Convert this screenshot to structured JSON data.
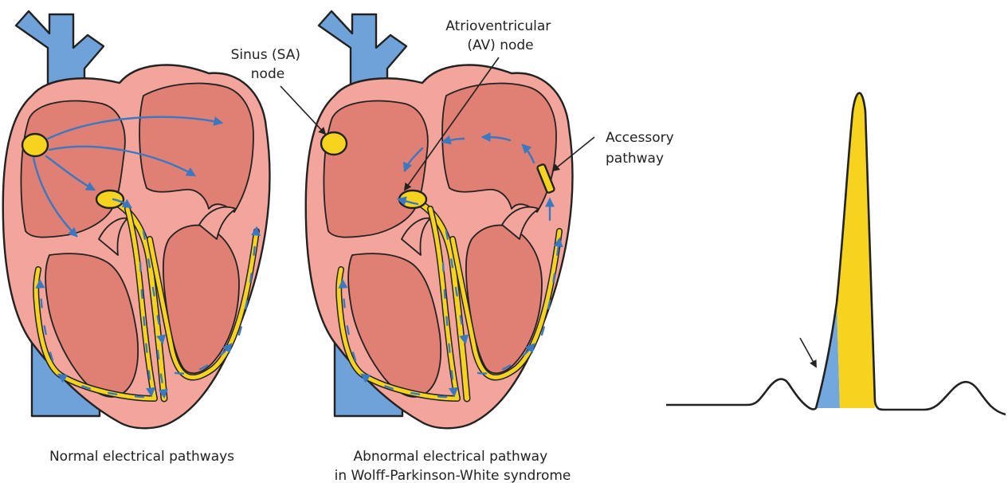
{
  "labels": {
    "sa_node": [
      "Sinus (SA)",
      "node"
    ],
    "av_node": [
      "Atrioventricular",
      "(AV) node"
    ],
    "accessory": [
      "Accessory",
      "pathway"
    ]
  },
  "captions": {
    "normal": "Normal electrical pathways",
    "abnormal": [
      "Abnormal electrical pathway",
      "in Wolff-Parkinson-White syndrome"
    ]
  },
  "colors": {
    "vein": "#6FA2D8",
    "heart_outer": "#F3A59C",
    "heart_chamber": "#E07F73",
    "conduction": "#F6D31F",
    "arrow": "#3A78C1",
    "outline": "#222222",
    "delta_wave": "#72A8DE",
    "qrs_fill": "#F6D31F"
  }
}
